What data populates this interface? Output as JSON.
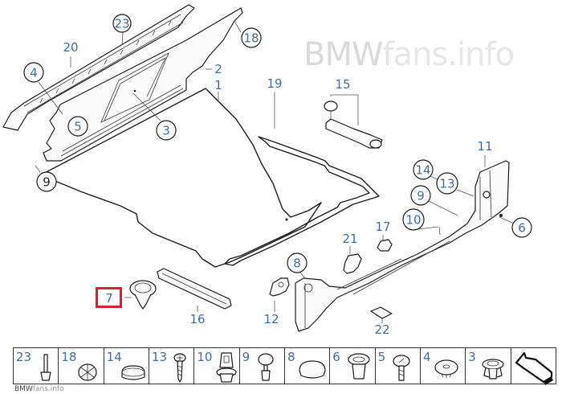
{
  "watermark": {
    "brand": "BMW",
    "suffix": "fans.info"
  },
  "footer_watermark": {
    "brand": "BMW",
    "suffix": "fans.info"
  },
  "callouts": {
    "c1": "1",
    "c2": "2",
    "c3": "3",
    "c4": "4",
    "c5": "5",
    "c6": "6",
    "c7": "7",
    "c8": "8",
    "c9a": "9",
    "c9b": "9",
    "c10": "10",
    "c11": "11",
    "c12": "12",
    "c13": "13",
    "c14": "14",
    "c15": "15",
    "c16": "16",
    "c17": "17",
    "c18": "18",
    "c19": "19",
    "c20": "20",
    "c21": "21",
    "c22": "22",
    "c23": "23"
  },
  "highlighted_part": "7",
  "colors": {
    "label": "#3b6ea5",
    "highlight": "#d5202e",
    "line": "#1a1a1a"
  },
  "legend": [
    {
      "num": "23",
      "icon": "stud-clip-icon"
    },
    {
      "num": "18",
      "icon": "spring-nut-icon"
    },
    {
      "num": "14",
      "icon": "cap-icon"
    },
    {
      "num": "13",
      "icon": "screw-icon"
    },
    {
      "num": "10",
      "icon": "clip-nut-icon"
    },
    {
      "num": "9",
      "icon": "push-rivet-icon"
    },
    {
      "num": "8",
      "icon": "plug-cap-icon"
    },
    {
      "num": "6",
      "icon": "expanding-nut-icon"
    },
    {
      "num": "5",
      "icon": "bolt-icon"
    },
    {
      "num": "4",
      "icon": "grommet-icon"
    },
    {
      "num": "3",
      "icon": "spreader-clip-icon"
    },
    {
      "num": "",
      "icon": "direction-arrow-icon"
    }
  ]
}
